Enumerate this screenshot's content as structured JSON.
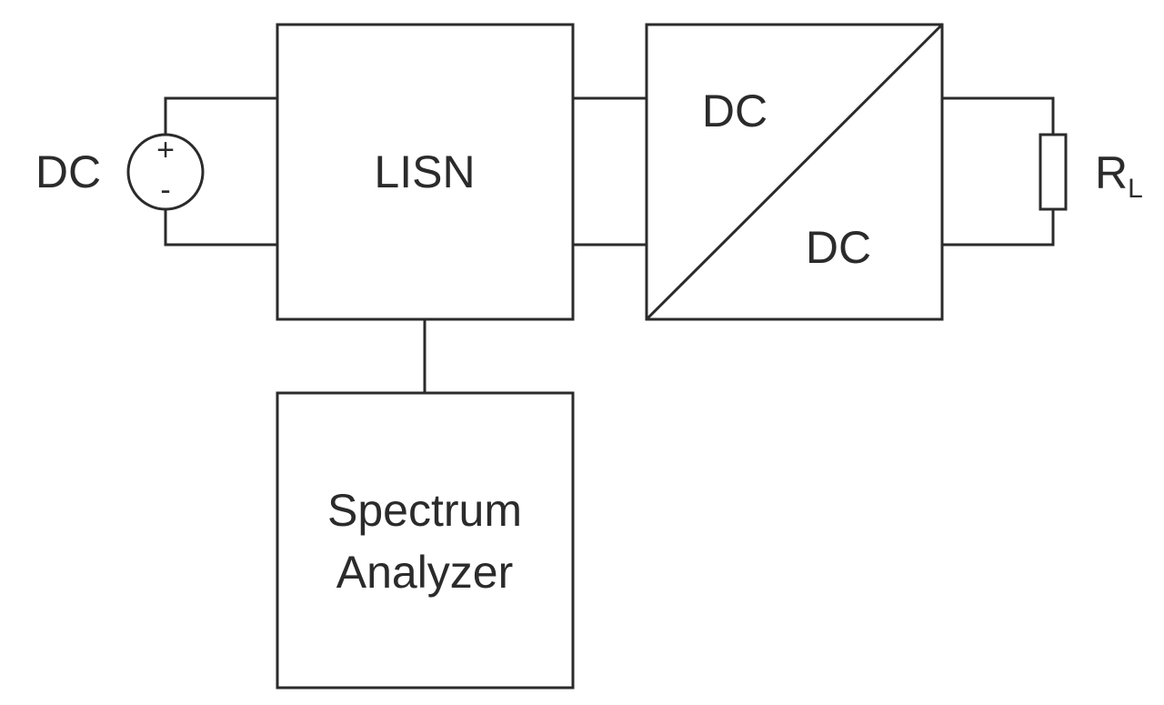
{
  "source": {
    "label": "DC",
    "plus": "+",
    "minus": "-"
  },
  "lisn": {
    "label": "LISN"
  },
  "converter": {
    "input_label": "DC",
    "output_label": "DC"
  },
  "load": {
    "label_main": "R",
    "label_sub": "L"
  },
  "analyzer": {
    "line1": "Spectrum",
    "line2": "Analyzer"
  }
}
